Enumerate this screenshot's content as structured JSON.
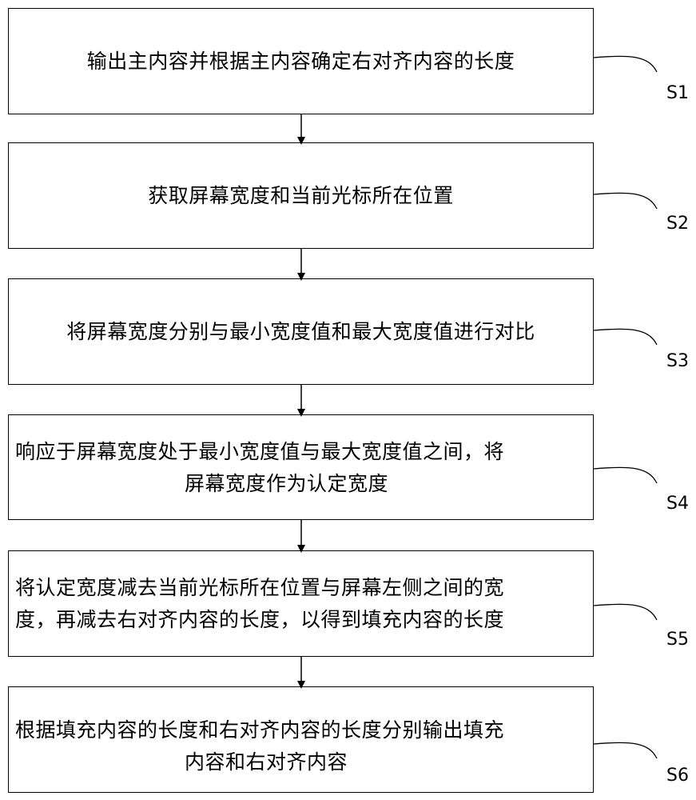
{
  "steps": [
    {
      "label": "S1",
      "lines": [
        "输出主内容并根据主内容确定右对齐内容的长度"
      ]
    },
    {
      "label": "S2",
      "lines": [
        "获取屏幕宽度和当前光标所在位置"
      ]
    },
    {
      "label": "S3",
      "lines": [
        "将屏幕宽度分别与最小宽度值和最大宽度值进行对比"
      ]
    },
    {
      "label": "S4",
      "lines": [
        "响应于屏幕宽度处于最小宽度值与最大宽度值之间，将",
        "屏幕宽度作为认定宽度"
      ]
    },
    {
      "label": "S5",
      "lines": [
        "将认定宽度减去当前光标所在位置与屏幕左侧之间的宽",
        "度，再减去右对齐内容的长度，以得到填充内容的长度"
      ]
    },
    {
      "label": "S6",
      "lines": [
        "根据填充内容的长度和右对齐内容的长度分别输出填充",
        "内容和右对齐内容"
      ]
    }
  ]
}
